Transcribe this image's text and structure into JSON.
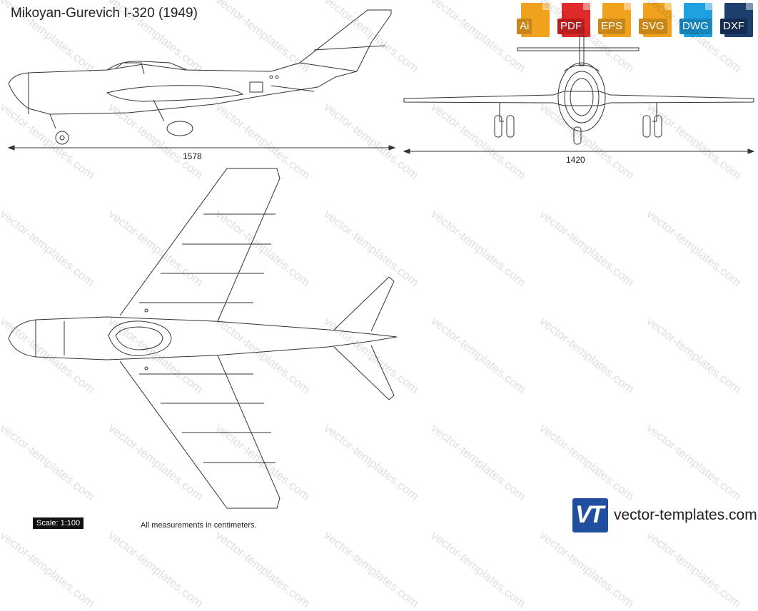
{
  "title": "Mikoyan-Gurevich I-320 (1949)",
  "formats": [
    {
      "label": "Ai",
      "color": "#f0a21e"
    },
    {
      "label": "PDF",
      "color": "#e12b2b"
    },
    {
      "label": "EPS",
      "color": "#f0a21e"
    },
    {
      "label": "SVG",
      "color": "#f0a21e"
    },
    {
      "label": "DWG",
      "color": "#1fa0e0"
    },
    {
      "label": "DXF",
      "color": "#1c3f6e"
    }
  ],
  "dimensions": {
    "side_length": "1578",
    "front_width": "1420"
  },
  "scale": "Scale: 1:100",
  "note": "All measurements in centimeters.",
  "brand": {
    "logo": "VT",
    "site": "vector-templates.com"
  },
  "watermark": "vector-templates.com"
}
